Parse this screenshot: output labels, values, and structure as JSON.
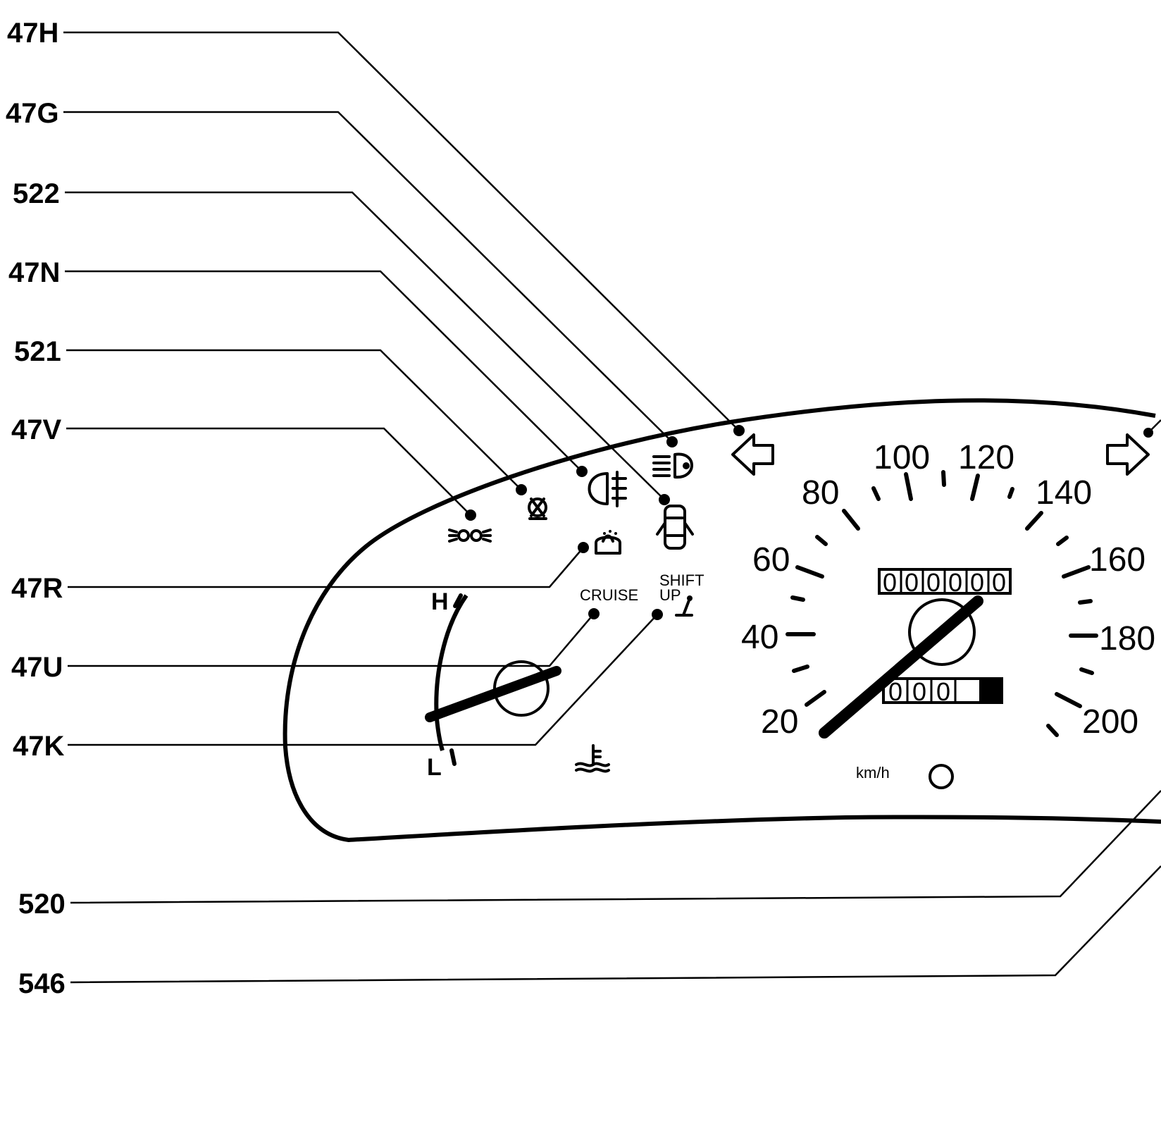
{
  "callouts": [
    {
      "id": "47H",
      "label": "47H"
    },
    {
      "id": "47G",
      "label": "47G"
    },
    {
      "id": "522",
      "label": "522"
    },
    {
      "id": "47N",
      "label": "47N"
    },
    {
      "id": "521",
      "label": "521"
    },
    {
      "id": "47V",
      "label": "47V"
    },
    {
      "id": "47R",
      "label": "47R"
    },
    {
      "id": "47U",
      "label": "47U"
    },
    {
      "id": "47K",
      "label": "47K"
    },
    {
      "id": "520",
      "label": "520"
    },
    {
      "id": "546",
      "label": "546"
    }
  ],
  "speedometer": {
    "scale_labels": [
      "20",
      "40",
      "60",
      "80",
      "100",
      "120",
      "140",
      "160",
      "180",
      "200"
    ],
    "unit": "km/h",
    "odometer": [
      "0",
      "0",
      "0",
      "0",
      "0",
      "0"
    ],
    "trip": [
      "0",
      "0",
      "0"
    ]
  },
  "temperature_gauge": {
    "high": "H",
    "low": "L"
  },
  "indicators": {
    "cruise": "CRUISE",
    "shift_up_line1": "SHIFT",
    "shift_up_line2": "UP"
  },
  "icons": [
    "left-turn-arrow-icon",
    "right-turn-arrow-icon",
    "high-beam-icon",
    "rear-fog-light-icon",
    "door-ajar-icon",
    "brake-pad-wear-icon",
    "sidelights-icon",
    "washer-fluid-icon",
    "shift-lever-icon",
    "coolant-temperature-icon"
  ]
}
